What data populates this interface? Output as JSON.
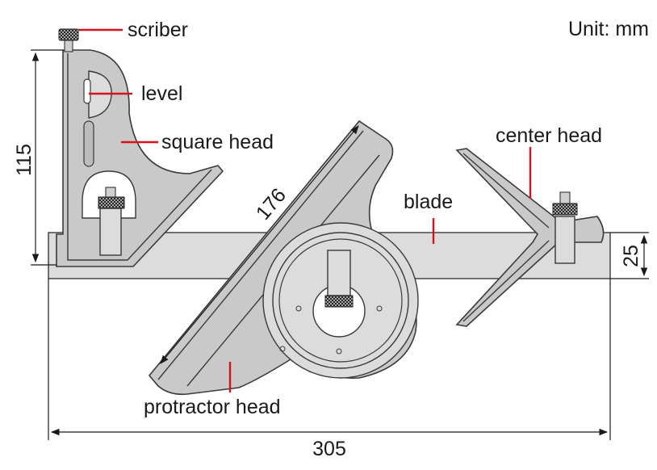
{
  "unit_label": "Unit: mm",
  "labels": {
    "scriber": "scriber",
    "level": "level",
    "square_head": "square head",
    "center_head": "center head",
    "blade": "blade",
    "protractor_head": "protractor head"
  },
  "dimensions": {
    "overall_length": "305",
    "square_height": "115",
    "protractor_length": "176",
    "blade_width": "25"
  },
  "colors": {
    "leader": "#d4141c",
    "steel": "#c9c9c9"
  }
}
